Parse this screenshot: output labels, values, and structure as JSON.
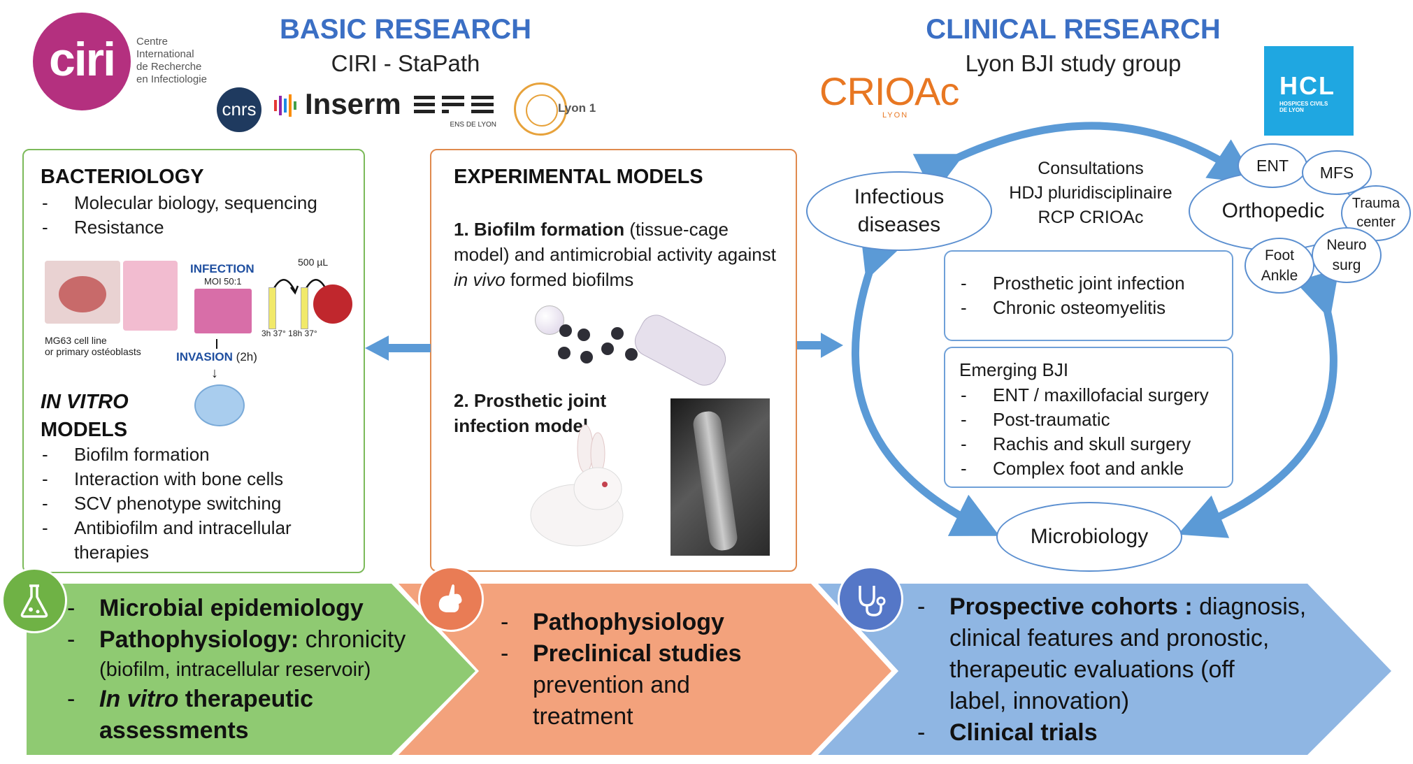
{
  "logos": {
    "ciri_text": "ciri",
    "ciri_caption": [
      "Centre",
      "International",
      "de Recherche",
      "en Infectiologie"
    ],
    "cnrs": "cnrs",
    "inserm": "Inserm",
    "ens": "ENS DE LYON",
    "lyon1": "Lyon 1",
    "crioac": "CRIOAc",
    "crioac_sub": "LYON",
    "hcl": "HCL",
    "hcl_sub": [
      "HOSPICES CIVILS",
      "DE LYON"
    ]
  },
  "basic": {
    "title": "BASIC RESEARCH",
    "subtitle": "CIRI - StaPath"
  },
  "clinical": {
    "title": "CLINICAL RESEARCH",
    "subtitle": "Lyon BJI study group"
  },
  "bacteriology": {
    "title": "BACTERIOLOGY",
    "items": [
      "Molecular biology, sequencing",
      "Resistance"
    ],
    "figure": {
      "infection": "INFECTION",
      "moi": "MOI 50:1",
      "volume": "500 µL",
      "times": "3h 37° 18h 37°",
      "cells": [
        "MG63 cell line",
        "or primary ostéoblasts"
      ],
      "invasion": "INVASION",
      "invasion_time": "(2h)"
    },
    "invitro_title_1": "IN VITRO",
    "invitro_title_2": "MODELS",
    "invitro_items": [
      "Biofilm formation",
      "Interaction with bone cells",
      "SCV phenotype switching",
      "Antibiofilm and intracellular",
      "therapies"
    ]
  },
  "experimental": {
    "title": "EXPERIMENTAL MODELS",
    "m1_bold": "1. Biofilm formation",
    "m1_rest": " (tissue-cage model) and antimicrobial activity against ",
    "m1_italic": "in vivo",
    "m1_end": " formed biofilms",
    "m2_line1": "2. Prosthetic joint",
    "m2_line2": "infection model"
  },
  "clinical_center": {
    "consult": [
      "Consultations",
      "HDJ pluridisciplinaire",
      "RCP CRIOAc"
    ],
    "infectious": [
      "Infectious",
      "diseases"
    ],
    "orthopedic": "Orthopedic",
    "ent": "ENT",
    "mfs": "MFS",
    "trauma": [
      "Trauma",
      "center"
    ],
    "neuro": [
      "Neuro",
      "surg"
    ],
    "foot": [
      "Foot",
      "Ankle"
    ],
    "microbiology": "Microbiology",
    "box1_items": [
      "Prosthetic joint infection",
      "Chronic osteomyelitis"
    ],
    "box2_title": "Emerging BJI",
    "box2_items": [
      "ENT / maxillofacial surgery",
      "Post-traumatic",
      "Rachis and skull surgery",
      "Complex foot and ankle"
    ]
  },
  "bottom": {
    "green": {
      "item1": "Microbial epidemiology",
      "item2_bold": "Pathophysiology:",
      "item2_rest": " chronicity",
      "item2_line2": "(biofilm, intracellular reservoir)",
      "item3_italic": "In vitro",
      "item3_bold": " therapeutic",
      "item3_line2": "assessments"
    },
    "orange": {
      "item1": "Pathophysiology",
      "item2": "Preclinical studies",
      "item2_line2": "prevention and",
      "item2_line3": "treatment"
    },
    "blue": {
      "item1_bold": "Prospective cohorts :",
      "item1_rest": " diagnosis,",
      "item1_line2": "clinical features and pronostic,",
      "item1_line3": "therapeutic evaluations (off",
      "item1_line4": "label, innovation)",
      "item2": "Clinical trials"
    }
  },
  "colors": {
    "title_blue": "#3b6fc4",
    "ciri_magenta": "#b4307f",
    "green": "#8fca72",
    "orange": "#f3a27c",
    "blue_arrow": "#8fb6e3",
    "cycle_arrow": "#5b9ad6",
    "hcl_blue": "#1fa7e1",
    "crioac_orange": "#e87722"
  }
}
